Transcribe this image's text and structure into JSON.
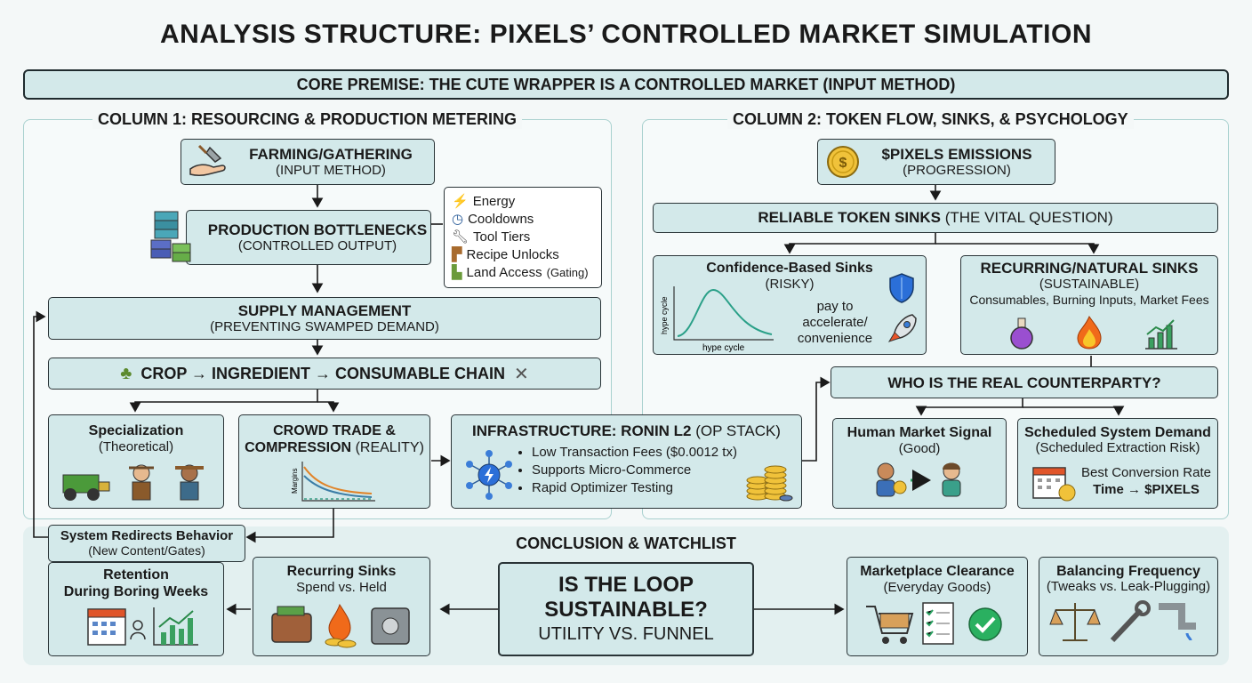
{
  "title": "ANALYSIS STRUCTURE: PIXELS’ CONTROLLED MARKET SIMULATION",
  "premise": "CORE PREMISE: THE CUTE WRAPPER IS A CONTROLLED MARKET (INPUT METHOD)",
  "col1": {
    "title": "COLUMN 1: RESOURCING & PRODUCTION METERING",
    "farming": {
      "title": "FARMING/GATHERING",
      "sub": "(INPUT METHOD)"
    },
    "bottlenecks": {
      "title": "PRODUCTION BOTTLENECKS",
      "sub": "(CONTROLLED OUTPUT)"
    },
    "constraints": [
      {
        "icon": "lightning-icon",
        "label": "Energy",
        "note": ""
      },
      {
        "icon": "clock-icon",
        "label": "Cooldowns",
        "note": ""
      },
      {
        "icon": "wrench-icon",
        "label": "Tool Tiers",
        "note": ""
      },
      {
        "icon": "puzzle-icon",
        "label": "Recipe Unlocks",
        "note": ""
      },
      {
        "icon": "land-icon",
        "label": "Land Access",
        "note": "(Gating)"
      }
    ],
    "supply": {
      "title": "SUPPLY MANAGEMENT",
      "sub": "(PREVENTING SWAMPED DEMAND)"
    },
    "chain": "CROP → INGREDIENT → CONSUMABLE CHAIN",
    "specialization": {
      "title": "Specialization",
      "sub": "(Theoretical)"
    },
    "crowd": {
      "title1": "CROWD TRADE &",
      "title2": "COMPRESSION",
      "tag": "(REALITY)",
      "axis": "Margins"
    },
    "infra": {
      "title": "INFRASTRUCTURE: RONIN L2",
      "tag": "(OP STACK)",
      "bullets": [
        "Low Transaction Fees ($0.0012 tx)",
        "Supports Micro-Commerce",
        "Rapid Optimizer Testing"
      ]
    },
    "redirect": {
      "title": "System Redirects Behavior",
      "sub": "(New Content/Gates)"
    }
  },
  "col2": {
    "title": "COLUMN 2: TOKEN FLOW, SINKS, & PSYCHOLOGY",
    "emissions": {
      "title": "$PIXELS EMISSIONS",
      "sub": "(PROGRESSION)"
    },
    "sinks": {
      "title": "RELIABLE TOKEN SINKS",
      "tag": "(THE VITAL QUESTION)"
    },
    "confidence": {
      "title": "Confidence-Based Sinks",
      "sub": "(RISKY)",
      "xaxis": "hype cycle",
      "yaxis": "hype cycle",
      "note1": "pay to",
      "note2": "accelerate/",
      "note3": "convenience"
    },
    "recurring": {
      "title": "RECURRING/NATURAL SINKS",
      "sub": "(SUSTAINABLE)",
      "items": "Consumables, Burning Inputs, Market Fees"
    },
    "counterparty": "WHO IS THE REAL COUNTERPARTY?",
    "human": {
      "title": "Human Market Signal",
      "sub": "(Good)"
    },
    "scheduled": {
      "title": "Scheduled System Demand",
      "sub": "(Scheduled Extraction Risk)",
      "line1": "Best Conversion Rate",
      "line2": "Time → $PIXELS"
    }
  },
  "conclusion": {
    "title": "CONCLUSION & WATCHLIST",
    "center": {
      "line1": "IS THE LOOP",
      "line2": "SUSTAINABLE?",
      "line3": "UTILITY VS. FUNNEL"
    },
    "retention": {
      "title1": "Retention",
      "title2": "During Boring Weeks"
    },
    "recurring": {
      "title": "Recurring Sinks",
      "sub": "Spend vs. Held"
    },
    "marketplace": {
      "title": "Marketplace Clearance",
      "sub": "(Everyday Goods)"
    },
    "balancing": {
      "title": "Balancing Frequency",
      "sub": "(Tweaks vs. Leak-Plugging)"
    }
  },
  "colors": {
    "accent": "#d3e9ea",
    "border": "#2a3437",
    "panel": "#a9d1cf"
  }
}
